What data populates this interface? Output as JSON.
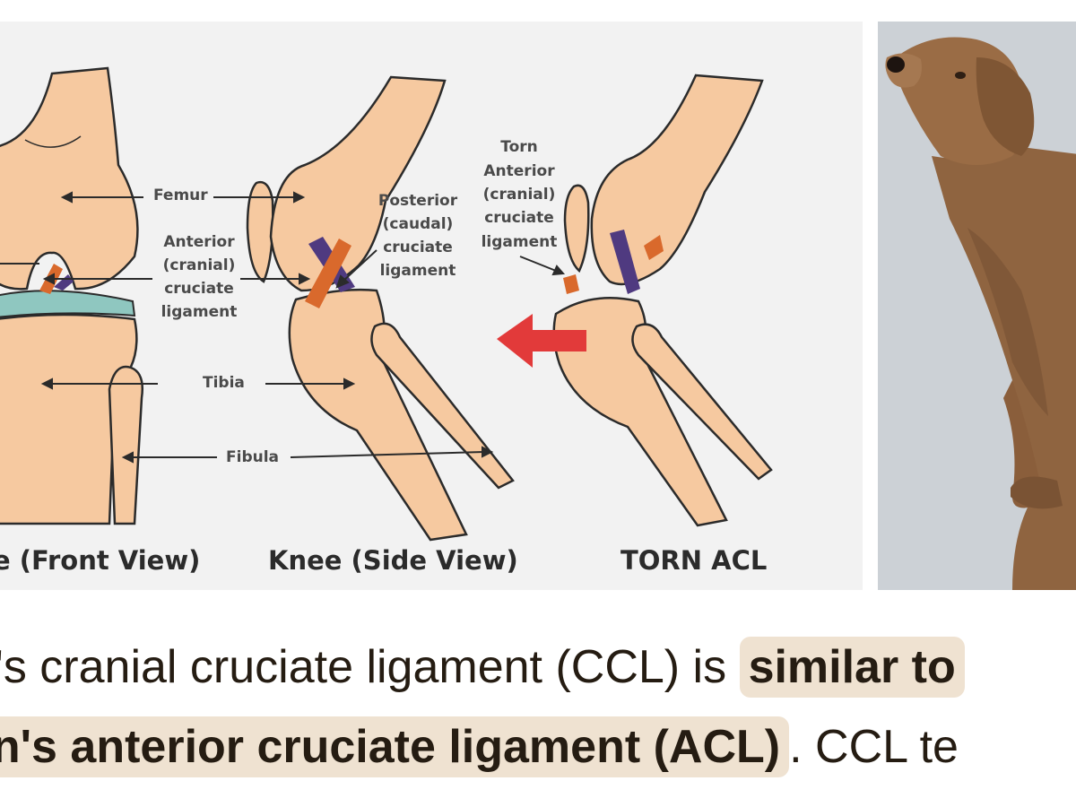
{
  "diagram": {
    "labels": {
      "femur": "Femur",
      "anterior": [
        "Anterior",
        "(cranial)",
        "cruciate",
        "ligament"
      ],
      "posterior": [
        "Posterior",
        "(caudal)",
        "cruciate",
        "ligament"
      ],
      "torn": [
        "Torn",
        "Anterior",
        "(cranial)",
        "cruciate",
        "ligament"
      ],
      "tibia": "Tibia",
      "fibula": "Fibula"
    },
    "captions": {
      "front": "e (Front View)",
      "side": "Knee (Side View)",
      "torn": "TORN ACL"
    }
  },
  "photo": {
    "subject": "brown dog illustration"
  },
  "snippet": {
    "line1_plain": "g's cranial cruciate ligament (CCL) is ",
    "line1_highlight": "similar to",
    "line2_highlight": "an's anterior cruciate ligament (ACL)",
    "line2_plain": ". CCL te"
  },
  "colors": {
    "bone": "#f6c9a0",
    "ligament_orange": "#d9692c",
    "ligament_purple": "#4f3a80",
    "cartilage": "#8fc7c0",
    "arrow_red": "#e23a3a",
    "highlight": "#efe2d1"
  }
}
